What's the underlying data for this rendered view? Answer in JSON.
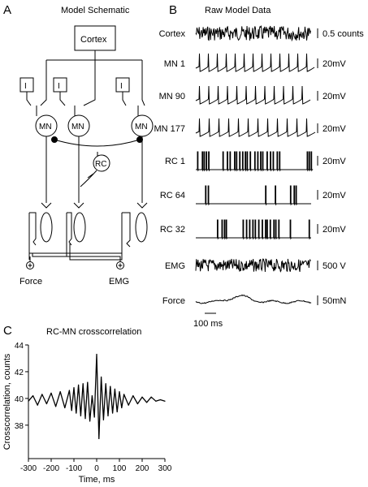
{
  "panels": {
    "a": {
      "letter": "A",
      "title": "Model Schematic"
    },
    "b": {
      "letter": "B",
      "title": "Raw Model Data"
    },
    "c": {
      "letter": "C",
      "title": "RC-MN crosscorrelation"
    }
  },
  "schematic": {
    "cortex_label": "Cortex",
    "interneuron_label": "I",
    "motoneuron_label": "MN",
    "renshaw_label": "RC",
    "force_label": "Force",
    "emg_label": "EMG"
  },
  "traces": [
    {
      "label": "Cortex",
      "scale": "0.5 counts",
      "kind": "noise",
      "color": "#000000"
    },
    {
      "label": "MN 1",
      "scale": "20mV",
      "kind": "spikes",
      "color": "#000000"
    },
    {
      "label": "MN 90",
      "scale": "20mV",
      "kind": "spikes",
      "color": "#000000"
    },
    {
      "label": "MN 177",
      "scale": "20mV",
      "kind": "spikes",
      "color": "#000000"
    },
    {
      "label": "RC 1",
      "scale": "20mV",
      "kind": "bursts",
      "color": "#000000"
    },
    {
      "label": "RC 64",
      "scale": "20mV",
      "kind": "bursts",
      "color": "#000000"
    },
    {
      "label": "RC 32",
      "scale": "20mV",
      "kind": "bursts",
      "color": "#000000"
    },
    {
      "label": "EMG",
      "scale": "500  V",
      "kind": "noise",
      "color": "#000000"
    },
    {
      "label": "Force",
      "scale": "50mN",
      "kind": "slow",
      "color": "#000000"
    }
  ],
  "time_scale_bar": "100 ms",
  "chart_data": {
    "type": "line",
    "title": "RC-MN crosscorrelation",
    "xlabel": "Time, ms",
    "ylabel": "Crosscorrelation, counts",
    "xlim": [
      -300,
      300
    ],
    "ylim": [
      35.5,
      44
    ],
    "x_ticks": [
      -300,
      -200,
      -100,
      0,
      100,
      200,
      300
    ],
    "y_ticks": [
      38,
      40,
      42,
      44
    ],
    "series": [
      {
        "color": "#000000",
        "x": [
          -300,
          -280,
          -260,
          -240,
          -220,
          -200,
          -180,
          -160,
          -140,
          -120,
          -110,
          -100,
          -90,
          -80,
          -70,
          -60,
          -50,
          -40,
          -30,
          -20,
          -10,
          0,
          10,
          20,
          30,
          40,
          50,
          60,
          70,
          80,
          90,
          100,
          110,
          120,
          140,
          160,
          180,
          200,
          220,
          240,
          260,
          280,
          300
        ],
        "y": [
          39.8,
          40.2,
          39.5,
          40.3,
          39.6,
          40.4,
          39.4,
          40.5,
          39.3,
          40.6,
          39.1,
          40.8,
          38.9,
          41.0,
          38.7,
          41.1,
          38.5,
          41.2,
          38.3,
          40.2,
          38.6,
          43.3,
          37.0,
          41.6,
          38.4,
          41.1,
          38.7,
          40.9,
          38.9,
          40.7,
          39.0,
          40.5,
          39.3,
          40.3,
          39.5,
          40.2,
          39.6,
          40.1,
          39.7,
          40.1,
          39.8,
          39.9,
          39.8
        ]
      }
    ]
  }
}
